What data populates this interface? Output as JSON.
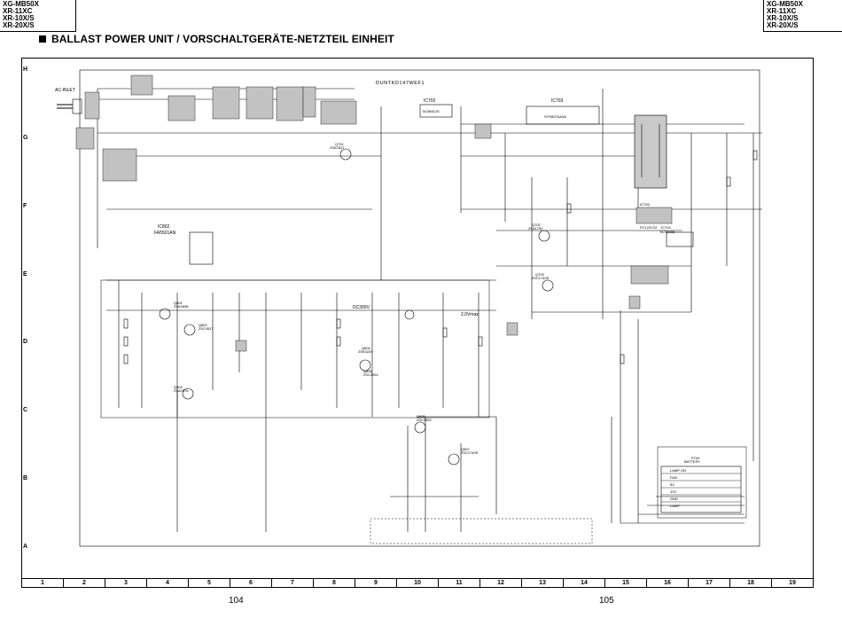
{
  "header": {
    "left_models": [
      "XG-MB50X",
      "XR-11XC",
      "XR-10X/S",
      "XR-20X/S"
    ],
    "right_models": [
      "XG-MB50X",
      "XR-11XC",
      "XR-10X/S",
      "XR-20X/S"
    ],
    "title": "BALLAST POWER UNIT / VORSCHALTGERÄTE-NETZTEIL EINHEIT"
  },
  "grid": {
    "rows": [
      "H",
      "G",
      "F",
      "E",
      "D",
      "C",
      "B",
      "A"
    ],
    "columns": [
      "1",
      "2",
      "3",
      "4",
      "5",
      "6",
      "7",
      "8",
      "9",
      "10",
      "11",
      "12",
      "13",
      "14",
      "15",
      "16",
      "17",
      "18",
      "19"
    ]
  },
  "pages": {
    "left": "104",
    "right": "105"
  },
  "schematic": {
    "board_id": "DUNTKD147WEF1",
    "ac_inlet": "AC-INLET",
    "ics": [
      {
        "ref": "IC702",
        "part": "TA78M12S"
      },
      {
        "ref": "IC703",
        "part": "STR8S76A3A"
      },
      {
        "ref": "IC802",
        "part": "FA5501AN"
      },
      {
        "ref": "IC704",
        "part": "TA78M05"
      },
      {
        "ref": "IC705",
        "part": "PC123Y22"
      }
    ],
    "transistors": [
      {
        "ref": "Q701",
        "part": "2SK2837"
      },
      {
        "ref": "Q702",
        "part": "2SA1700"
      },
      {
        "ref": "Q703",
        "part": "2SC1740S"
      },
      {
        "ref": "Q801",
        "part": "2SK2698"
      },
      {
        "ref": "Q802",
        "part": "2SC4517"
      },
      {
        "ref": "Q803",
        "part": "2SA1576"
      },
      {
        "ref": "Q804",
        "part": "2SK3229"
      },
      {
        "ref": "Q805",
        "part": "2SC3052"
      },
      {
        "ref": "Q806",
        "part": "2SC3052"
      },
      {
        "ref": "Q807",
        "part": "2SC1740S"
      }
    ],
    "net_labels": [
      "DC300V",
      "2.0Vmax",
      "LAMP ON",
      "FAN",
      "5V",
      "12V",
      "GND",
      "LAMP"
    ],
    "connectors": [
      {
        "ref": "P704",
        "label": "BATTERY"
      }
    ]
  }
}
